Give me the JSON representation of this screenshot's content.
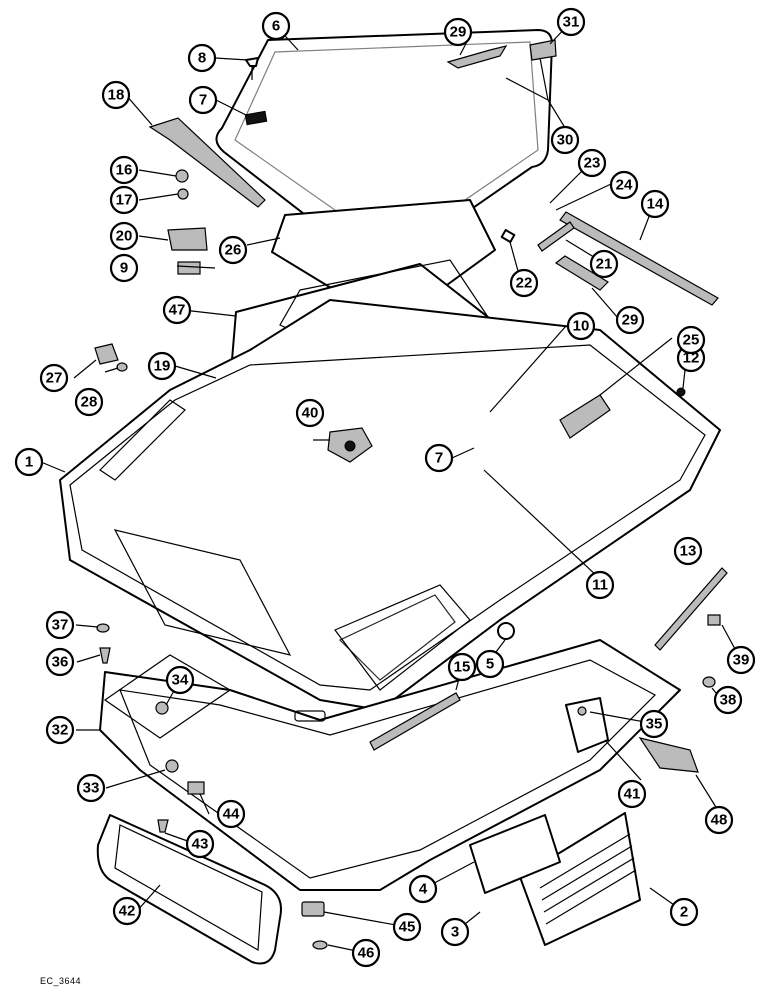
{
  "drawing_code": "EC_3644",
  "callouts": [
    {
      "id": "1",
      "label": "1"
    },
    {
      "id": "2",
      "label": "2"
    },
    {
      "id": "3",
      "label": "3"
    },
    {
      "id": "4",
      "label": "4"
    },
    {
      "id": "5",
      "label": "5"
    },
    {
      "id": "6",
      "label": "6"
    },
    {
      "id": "7a",
      "label": "7"
    },
    {
      "id": "7b",
      "label": "7"
    },
    {
      "id": "8",
      "label": "8"
    },
    {
      "id": "9",
      "label": "9"
    },
    {
      "id": "10",
      "label": "10"
    },
    {
      "id": "11",
      "label": "11"
    },
    {
      "id": "12",
      "label": "12"
    },
    {
      "id": "13",
      "label": "13"
    },
    {
      "id": "14",
      "label": "14"
    },
    {
      "id": "15",
      "label": "15"
    },
    {
      "id": "16",
      "label": "16"
    },
    {
      "id": "17",
      "label": "17"
    },
    {
      "id": "18",
      "label": "18"
    },
    {
      "id": "19",
      "label": "19"
    },
    {
      "id": "20",
      "label": "20"
    },
    {
      "id": "21",
      "label": "21"
    },
    {
      "id": "22",
      "label": "22"
    },
    {
      "id": "23",
      "label": "23"
    },
    {
      "id": "24",
      "label": "24"
    },
    {
      "id": "25",
      "label": "25"
    },
    {
      "id": "26",
      "label": "26"
    },
    {
      "id": "27",
      "label": "27"
    },
    {
      "id": "28",
      "label": "28"
    },
    {
      "id": "29a",
      "label": "29"
    },
    {
      "id": "29b",
      "label": "29"
    },
    {
      "id": "30",
      "label": "30"
    },
    {
      "id": "31",
      "label": "31"
    },
    {
      "id": "32",
      "label": "32"
    },
    {
      "id": "33",
      "label": "33"
    },
    {
      "id": "34",
      "label": "34"
    },
    {
      "id": "35",
      "label": "35"
    },
    {
      "id": "36",
      "label": "36"
    },
    {
      "id": "37",
      "label": "37"
    },
    {
      "id": "38",
      "label": "38"
    },
    {
      "id": "39",
      "label": "39"
    },
    {
      "id": "40",
      "label": "40"
    },
    {
      "id": "41",
      "label": "41"
    },
    {
      "id": "42",
      "label": "42"
    },
    {
      "id": "43",
      "label": "43"
    },
    {
      "id": "44",
      "label": "44"
    },
    {
      "id": "45",
      "label": "45"
    },
    {
      "id": "46",
      "label": "46"
    },
    {
      "id": "47",
      "label": "47"
    },
    {
      "id": "48",
      "label": "48"
    }
  ]
}
